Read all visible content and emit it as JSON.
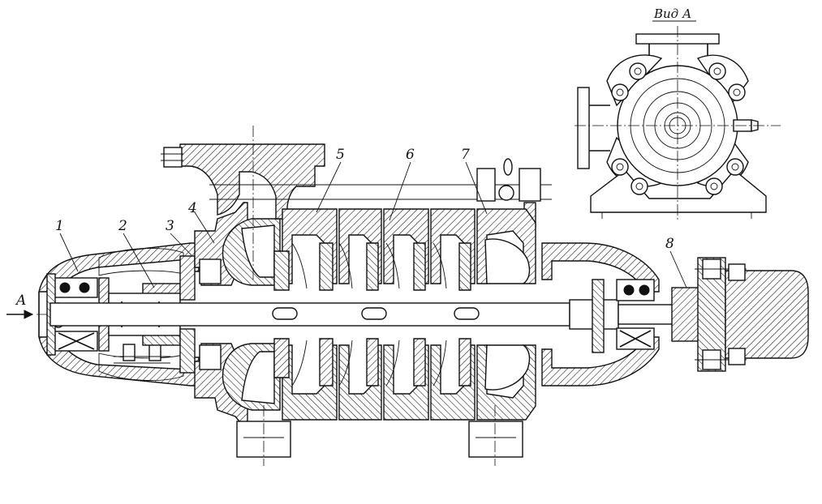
{
  "labels": {
    "l1": "1",
    "l2": "2",
    "l3": "3",
    "l4": "4",
    "l5": "5",
    "l6": "6",
    "l7": "7",
    "l8": "8",
    "arrow": "A"
  },
  "view": {
    "title": "Вид А"
  }
}
